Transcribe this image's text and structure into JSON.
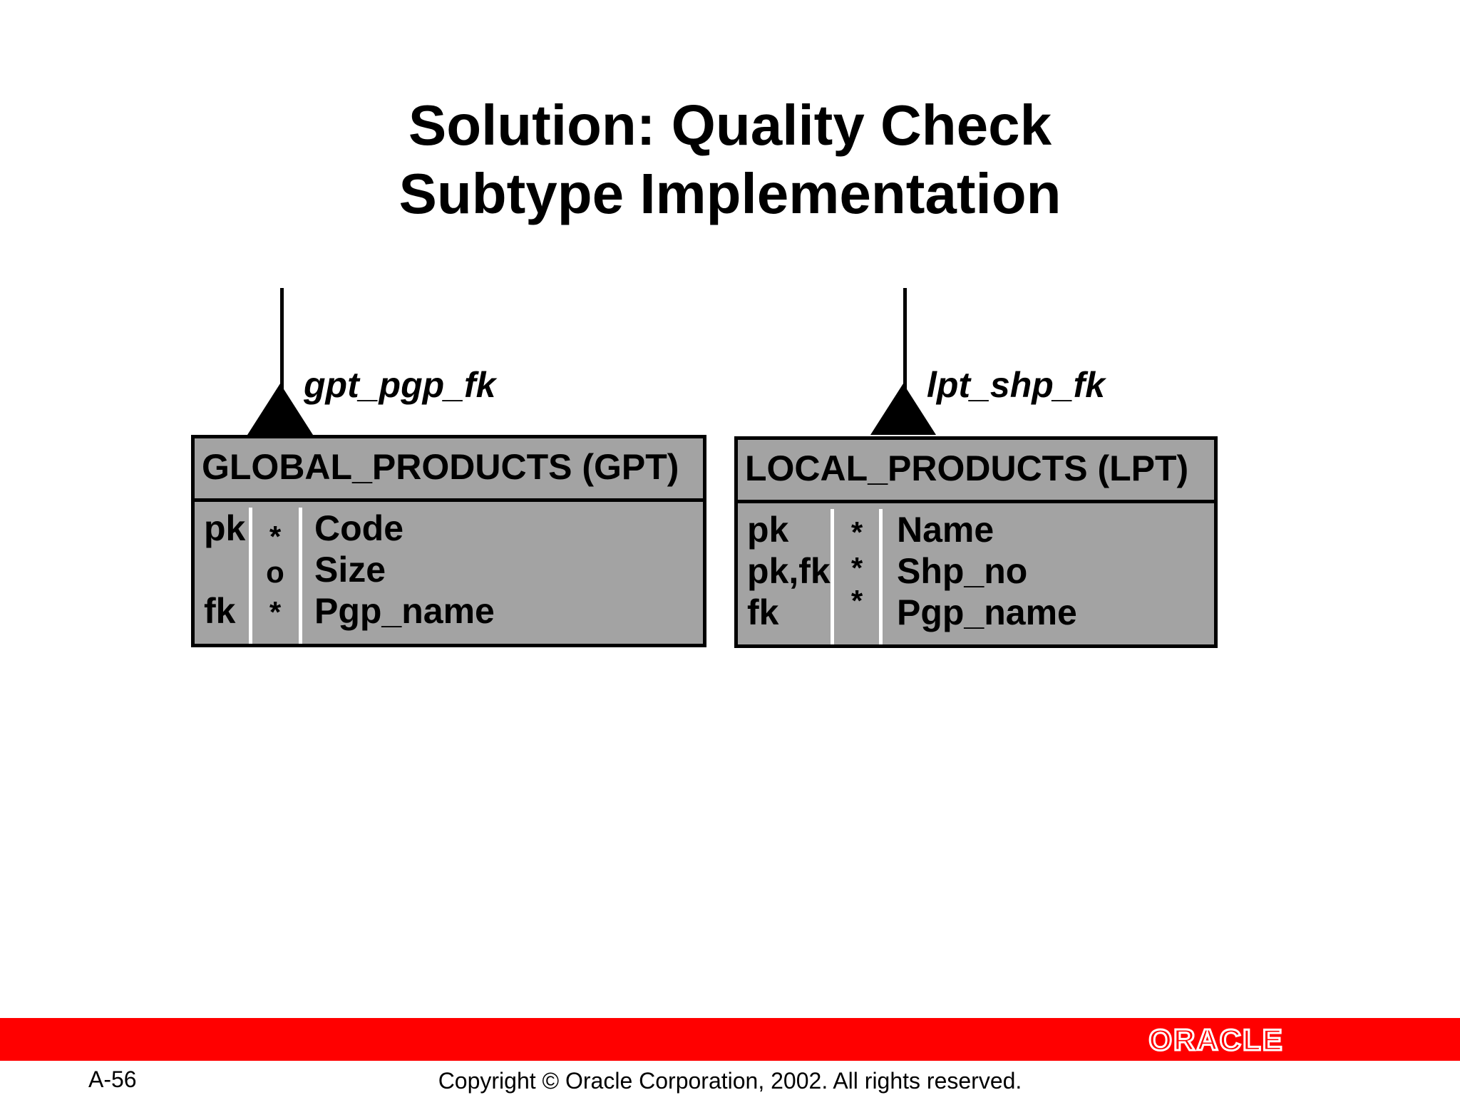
{
  "title": {
    "line1": "Solution: Quality Check",
    "line2": "Subtype Implementation"
  },
  "entities": [
    {
      "relationship_label": "gpt_pgp_fk",
      "header": "GLOBAL_PRODUCTS (GPT)",
      "rows": [
        {
          "key": "pk",
          "optionality": "*",
          "name": "Code"
        },
        {
          "key": "",
          "optionality": "o",
          "name": "Size"
        },
        {
          "key": "fk",
          "optionality": "*",
          "name": "Pgp_name"
        }
      ]
    },
    {
      "relationship_label": "lpt_shp_fk",
      "header": "LOCAL_PRODUCTS (LPT)",
      "rows": [
        {
          "key": "pk",
          "optionality": "*",
          "name": "Name"
        },
        {
          "key": "pk,fk",
          "optionality": "*",
          "name": "Shp_no"
        },
        {
          "key": "fk",
          "optionality": "*",
          "name": "Pgp_name"
        }
      ]
    }
  ],
  "footer": {
    "logo_text": "ORACLE",
    "page_number": "A-56",
    "copyright": "Copyright © Oracle Corporation, 2002. All rights reserved.",
    "bar_color": "#ff0000"
  },
  "colors": {
    "entity_fill": "#a3a3a3",
    "entity_border": "#000000",
    "column_divider": "#ffffff"
  }
}
